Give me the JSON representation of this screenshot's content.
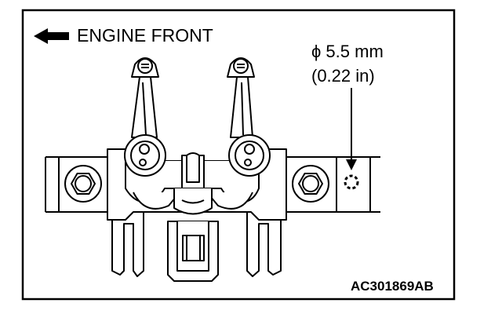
{
  "labels": {
    "direction": "ENGINE FRONT",
    "dimension_mm": "ϕ 5.5 mm",
    "dimension_in": "(0.22 in)",
    "reference_code": "AC301869AB"
  },
  "icons": {
    "direction_arrow": "left-arrow-icon",
    "bolt": "hex-bolt-icon",
    "hole": "dotted-circle-icon"
  },
  "colors": {
    "line": "#000000",
    "background": "#ffffff"
  }
}
